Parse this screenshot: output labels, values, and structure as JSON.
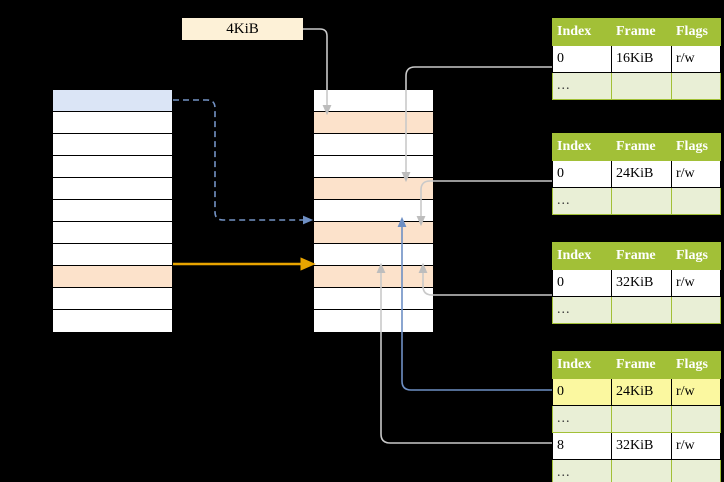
{
  "diagram": {
    "title": "multi-level-page-table-translation",
    "caption": {
      "label": "4KiB"
    },
    "colors": {
      "table_header_green": "#a2c037",
      "ellipsis_row_green": "#e9efd6",
      "highlight_yellow": "#fbf8a0",
      "peach_row": "#fce2cb",
      "blue_row": "#dbe5f6",
      "caption_bg": "#fdf1d7",
      "blue_arrow": "#7392c4",
      "orange_arrow": "#e8a400",
      "gray_arrow": "#c0c0c0"
    },
    "left_column": {
      "name": "virtual-address-space",
      "row_count": 11,
      "rows": [
        {
          "fill": "blue"
        },
        {
          "fill": "white"
        },
        {
          "fill": "white"
        },
        {
          "fill": "white"
        },
        {
          "fill": "white"
        },
        {
          "fill": "white"
        },
        {
          "fill": "white"
        },
        {
          "fill": "white"
        },
        {
          "fill": "peach"
        },
        {
          "fill": "white"
        },
        {
          "fill": "white"
        }
      ]
    },
    "middle_column": {
      "name": "physical-memory",
      "row_count": 11,
      "rows": [
        {
          "fill": "white"
        },
        {
          "fill": "peach"
        },
        {
          "fill": "white"
        },
        {
          "fill": "white"
        },
        {
          "fill": "peach"
        },
        {
          "fill": "white"
        },
        {
          "fill": "peach"
        },
        {
          "fill": "white"
        },
        {
          "fill": "peach"
        },
        {
          "fill": "white"
        },
        {
          "fill": "white"
        }
      ]
    },
    "tables": [
      {
        "name": "page-table-level-1",
        "headers": [
          "Index",
          "Frame",
          "Flags"
        ],
        "rows": [
          {
            "type": "entry",
            "cells": [
              "0",
              "16KiB",
              "r/w"
            ],
            "highlight": [
              false,
              false,
              false
            ]
          },
          {
            "type": "ellipsis",
            "cells": [
              "...",
              "",
              ""
            ],
            "highlight": [
              false,
              false,
              false
            ]
          }
        ]
      },
      {
        "name": "page-table-level-2",
        "headers": [
          "Index",
          "Frame",
          "Flags"
        ],
        "rows": [
          {
            "type": "entry",
            "cells": [
              "0",
              "24KiB",
              "r/w"
            ],
            "highlight": [
              false,
              false,
              false
            ]
          },
          {
            "type": "ellipsis",
            "cells": [
              "...",
              "",
              ""
            ],
            "highlight": [
              false,
              false,
              false
            ]
          }
        ]
      },
      {
        "name": "page-table-level-3",
        "headers": [
          "Index",
          "Frame",
          "Flags"
        ],
        "rows": [
          {
            "type": "entry",
            "cells": [
              "0",
              "32KiB",
              "r/w"
            ],
            "highlight": [
              false,
              false,
              false
            ]
          },
          {
            "type": "ellipsis",
            "cells": [
              "...",
              "",
              ""
            ],
            "highlight": [
              false,
              false,
              false
            ]
          }
        ]
      },
      {
        "name": "page-table-level-4",
        "headers": [
          "Index",
          "Frame",
          "Flags"
        ],
        "rows": [
          {
            "type": "entry",
            "cells": [
              "0",
              "24KiB",
              "r/w"
            ],
            "highlight": [
              true,
              true,
              true
            ]
          },
          {
            "type": "ellipsis",
            "cells": [
              "...",
              "",
              ""
            ],
            "highlight": [
              false,
              false,
              false
            ]
          },
          {
            "type": "entry",
            "cells": [
              "8",
              "32KiB",
              "r/w"
            ],
            "highlight": [
              false,
              false,
              false
            ]
          },
          {
            "type": "ellipsis",
            "cells": [
              "...",
              "",
              ""
            ],
            "highlight": [
              false,
              false,
              false
            ]
          }
        ]
      }
    ]
  }
}
